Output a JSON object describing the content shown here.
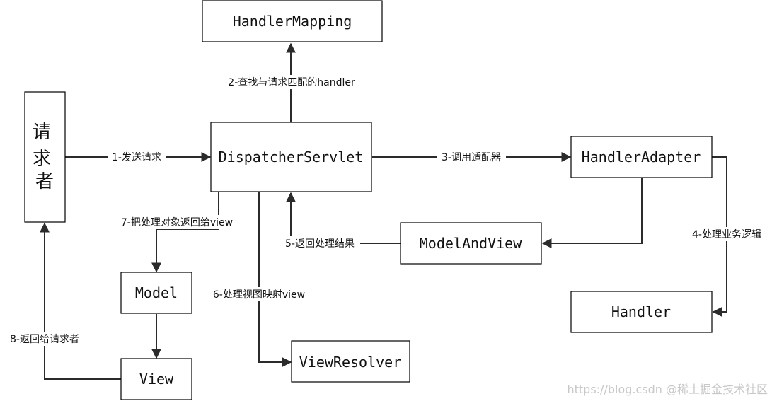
{
  "nodes": {
    "requester": "请\n求\n者",
    "handler_mapping": "HandlerMapping",
    "dispatcher_servlet": "DispatcherServlet",
    "handler_adapter": "HandlerAdapter",
    "model_and_view": "ModelAndView",
    "handler": "Handler",
    "model": "Model",
    "view": "View",
    "view_resolver": "ViewResolver"
  },
  "edges": {
    "step1": "1-发送请求",
    "step2": "2-查找与请求匹配的handler",
    "step3": "3-调用适配器",
    "step4": "4-处理业务逻辑",
    "step5": "5-返回处理结果",
    "step6": "6-处理视图映射view",
    "step7": "7-把处理对象返回给view",
    "step8": "8-返回给请求者"
  },
  "watermark": "https://blog.csdn @稀土掘金技术社区"
}
